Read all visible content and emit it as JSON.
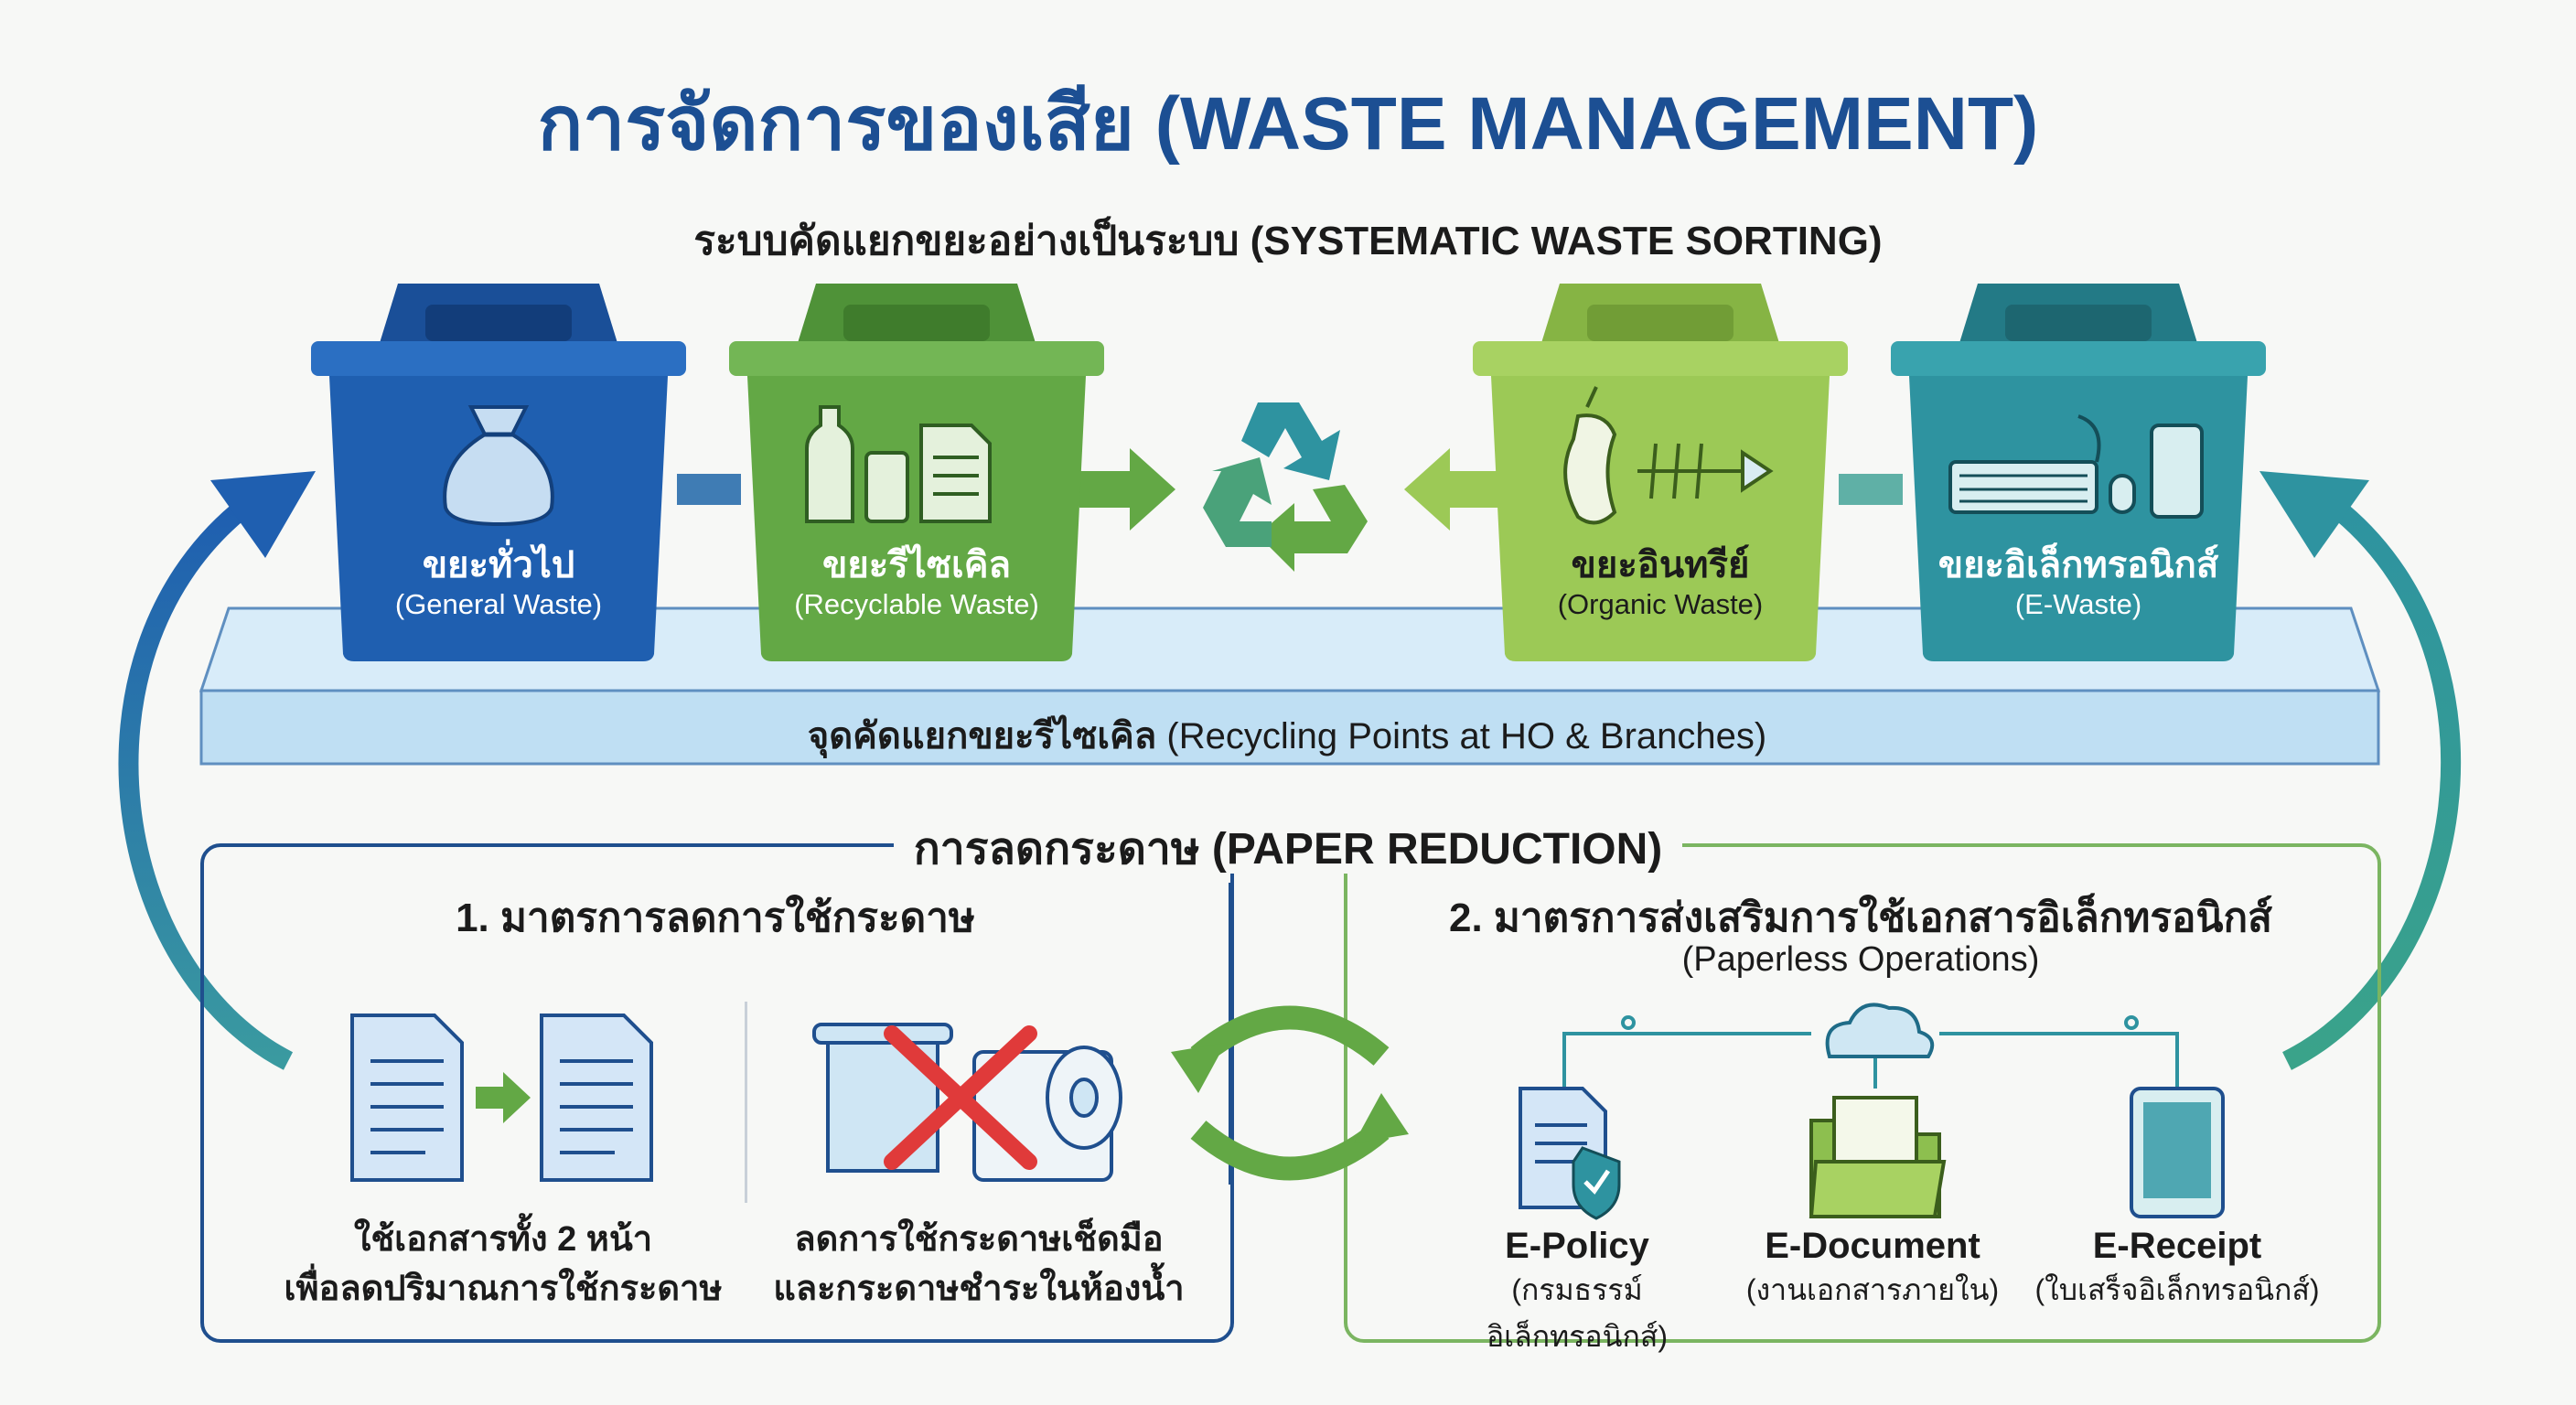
{
  "header": {
    "title": "การจัดการของเสีย (WASTE MANAGEMENT)",
    "subtitle": "ระบบคัดแยกขยะอย่างเป็นระบบ (SYSTEMATIC WASTE SORTING)"
  },
  "bins": [
    {
      "label_th": "ขยะทั่วไป",
      "label_en": "(General Waste)",
      "color": "#1f5fb0",
      "icon": "garbage-bag-icon"
    },
    {
      "label_th": "ขยะรีไซเคิล",
      "label_en": "(Recyclable Waste)",
      "color": "#63a845",
      "icon": "bottle-can-paper-icon"
    },
    {
      "label_th": "ขยะอินทรีย์",
      "label_en": "(Organic Waste)",
      "color": "#9cc956",
      "icon": "apple-fishbone-icon"
    },
    {
      "label_th": "ขยะอิเล็กทรอนิกส์",
      "label_en": "(E-Waste)",
      "color": "#2e93a0",
      "icon": "keyboard-mouse-phone-icon"
    }
  ],
  "shelf": {
    "label_th": "จุดคัดแยกขยะรีไซเคิล",
    "label_en": "(Recycling Points at HO & Branches)"
  },
  "paper_reduction": {
    "title": "การลดกระดาษ (PAPER REDUCTION)",
    "left": {
      "heading": "1. มาตรการลดการใช้กระดาษ",
      "items": [
        {
          "line1": "ใช้เอกสารทั้ง 2 หน้า",
          "line2": "เพื่อลดปริมาณการใช้กระดาษ"
        },
        {
          "line1": "ลดการใช้กระดาษเช็ดมือ",
          "line2": "และกระดาษชำระในห้องน้ำ"
        }
      ]
    },
    "right": {
      "heading": "2. มาตรการส่งเสริมการใช้เอกสารอิเล็กทรอนิกส์",
      "heading_en": "(Paperless Operations)",
      "items": [
        {
          "label": "E-Policy",
          "sub": "(กรมธรรม์อิเล็กทรอนิกส์)"
        },
        {
          "label": "E-Document",
          "sub": "(งานเอกสารภายใน)"
        },
        {
          "label": "E-Receipt",
          "sub": "(ใบเสร็จอิเล็กทรอนิกส์)"
        }
      ]
    }
  },
  "colors": {
    "title": "#1c4f93",
    "blue": "#1f5fb0",
    "green": "#63a845",
    "light_green": "#9cc956",
    "teal": "#2e93a0",
    "shelf": "#cfe7f7"
  }
}
